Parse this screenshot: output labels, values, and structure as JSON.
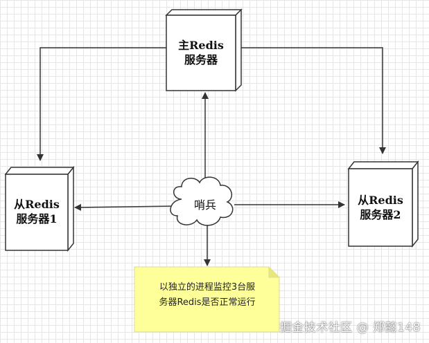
{
  "nodes": {
    "master": {
      "line1": "主Redis",
      "line2": "服务器"
    },
    "slave1": {
      "line1": "从Redis",
      "line2": "服务器1"
    },
    "slave2": {
      "line1": "从Redis",
      "line2": "服务器2"
    },
    "sentinel": {
      "label": "哨兵"
    }
  },
  "note": {
    "line1": "以独立的进程监控3台服",
    "line2": "务器Redis是否正常运行"
  },
  "watermark": "掘金技术社区 @ 郑懿148",
  "colors": {
    "box_fill": "#ffffff",
    "edge": "#333333",
    "note_fill": "#ffff99",
    "grid": "#e6e6e6"
  }
}
